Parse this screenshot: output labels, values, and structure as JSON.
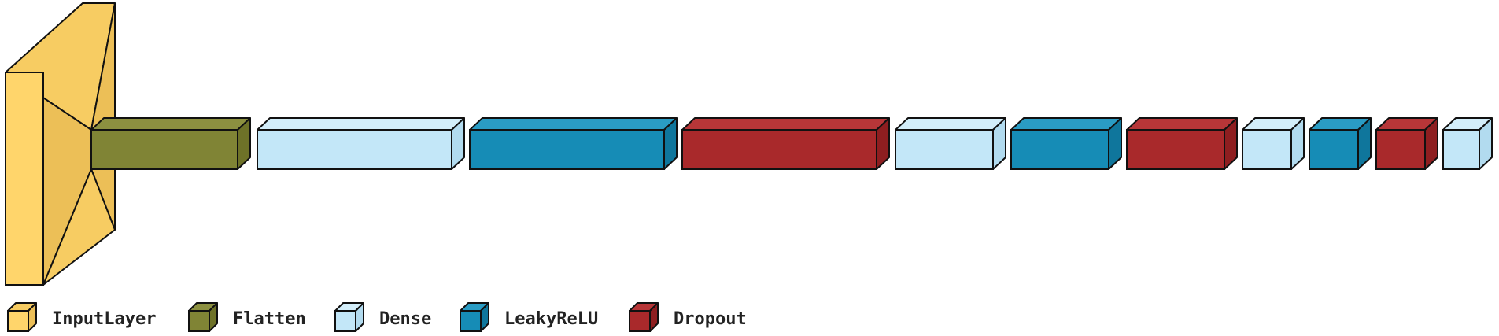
{
  "layer_types": {
    "InputLayer": {
      "label": "InputLayer",
      "front": "#FFD56B",
      "top": "#F7CC62",
      "side": "#ECBF57"
    },
    "Flatten": {
      "label": "Flatten",
      "front": "#808435",
      "top": "#8C9040",
      "side": "#6E7228"
    },
    "Dense": {
      "label": "Dense",
      "front": "#C3E7F8",
      "top": "#D3EEFA",
      "side": "#B2DBEF"
    },
    "LeakyReLU": {
      "label": "LeakyReLU",
      "front": "#168CB6",
      "top": "#2A9CC4",
      "side": "#0F769C"
    },
    "Dropout": {
      "label": "Dropout",
      "front": "#A9292B",
      "top": "#B73638",
      "side": "#8E1E20"
    }
  },
  "legend": [
    "InputLayer",
    "Flatten",
    "Dense",
    "LeakyReLU",
    "Dropout"
  ],
  "layers": [
    "InputLayer",
    "Flatten",
    "Dense",
    "LeakyReLU",
    "Dropout",
    "Dense",
    "LeakyReLU",
    "Dropout",
    "Dense",
    "LeakyReLU",
    "Dropout",
    "Dense"
  ],
  "stroke_color": "#111111"
}
